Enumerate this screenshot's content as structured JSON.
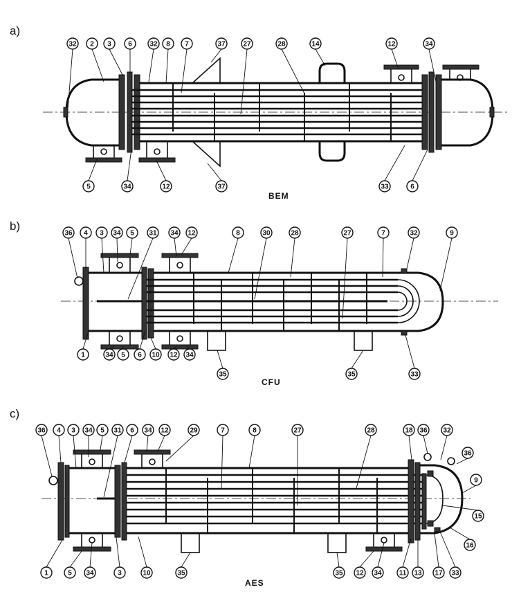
{
  "panels": [
    {
      "id": "a",
      "label": "a)",
      "type_label": "BEM",
      "callouts": [
        "32",
        "2",
        "3",
        "6",
        "32",
        "8",
        "7",
        "37",
        "27",
        "28",
        "14",
        "12",
        "34",
        "5",
        "34",
        "12",
        "37",
        "33",
        "6"
      ]
    },
    {
      "id": "b",
      "label": "b)",
      "type_label": "CFU",
      "callouts": [
        "36",
        "4",
        "3",
        "34",
        "5",
        "31",
        "34",
        "12",
        "8",
        "30",
        "28",
        "27",
        "7",
        "32",
        "9",
        "1",
        "34",
        "5",
        "6",
        "10",
        "12",
        "34",
        "35",
        "35",
        "33"
      ]
    },
    {
      "id": "c",
      "label": "c)",
      "type_label": "AES",
      "callouts": [
        "36",
        "4",
        "3",
        "34",
        "5",
        "31",
        "6",
        "34",
        "12",
        "29",
        "7",
        "8",
        "27",
        "28",
        "18",
        "36",
        "32",
        "36",
        "9",
        "15",
        "16",
        "1",
        "5",
        "34",
        "3",
        "10",
        "35",
        "35",
        "12",
        "34",
        "11",
        "13",
        "17",
        "33"
      ]
    }
  ]
}
